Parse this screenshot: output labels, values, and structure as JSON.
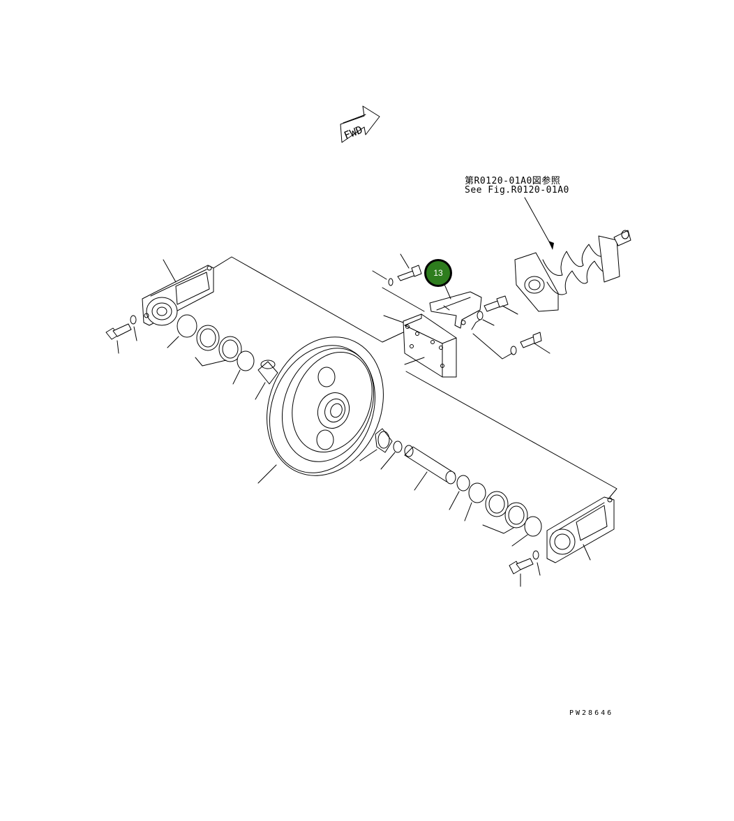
{
  "fwd_label": "FWD",
  "reference": {
    "jp": "第R0120-01A0図参照",
    "en": "See Fig.R0120-01A0"
  },
  "callout": {
    "number": "13",
    "color": "#2e7d1e"
  },
  "figure_code": "PW28646"
}
